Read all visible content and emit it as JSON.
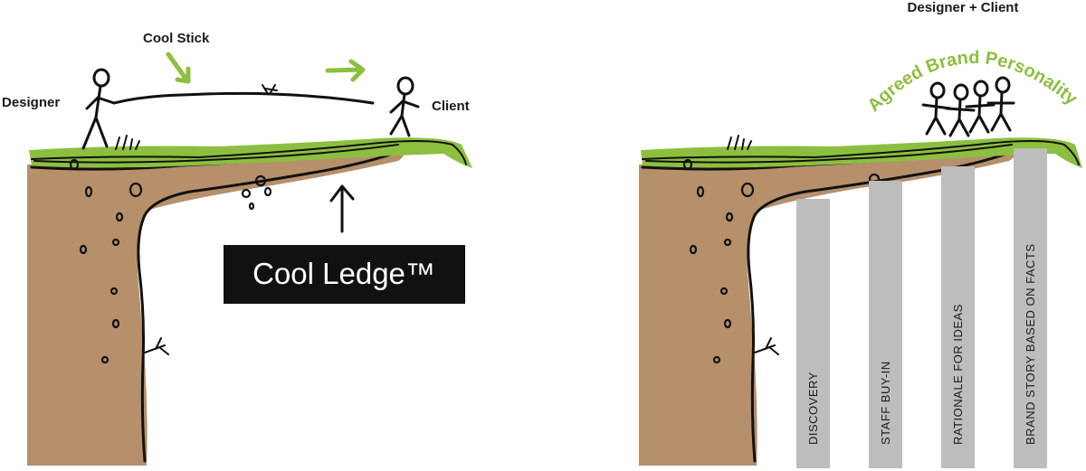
{
  "colors": {
    "soil": "#b5906b",
    "grass": "#8cbf3f",
    "ink": "#111111",
    "pillar": "#bdbdbd",
    "banner_bg": "#111111",
    "banner_text": "#ffffff"
  },
  "left_scene": {
    "label_cool_stick": "Cool Stick",
    "label_designer": "Designer",
    "label_client": "Client",
    "banner_text": "Cool Ledge™"
  },
  "right_scene": {
    "title": "Designer + Client",
    "arc_label": "Agreed Brand Personality",
    "pillars": [
      {
        "label": "DISCOVERY"
      },
      {
        "label": "STAFF BUY-IN"
      },
      {
        "label": "RATIONALE FOR IDEAS"
      },
      {
        "label": "BRAND STORY BASED ON FACTS"
      }
    ]
  },
  "icons": [
    "green-arrow-down-icon",
    "green-arrow-right-icon",
    "black-arrow-up-icon",
    "stick-figure-icon"
  ]
}
